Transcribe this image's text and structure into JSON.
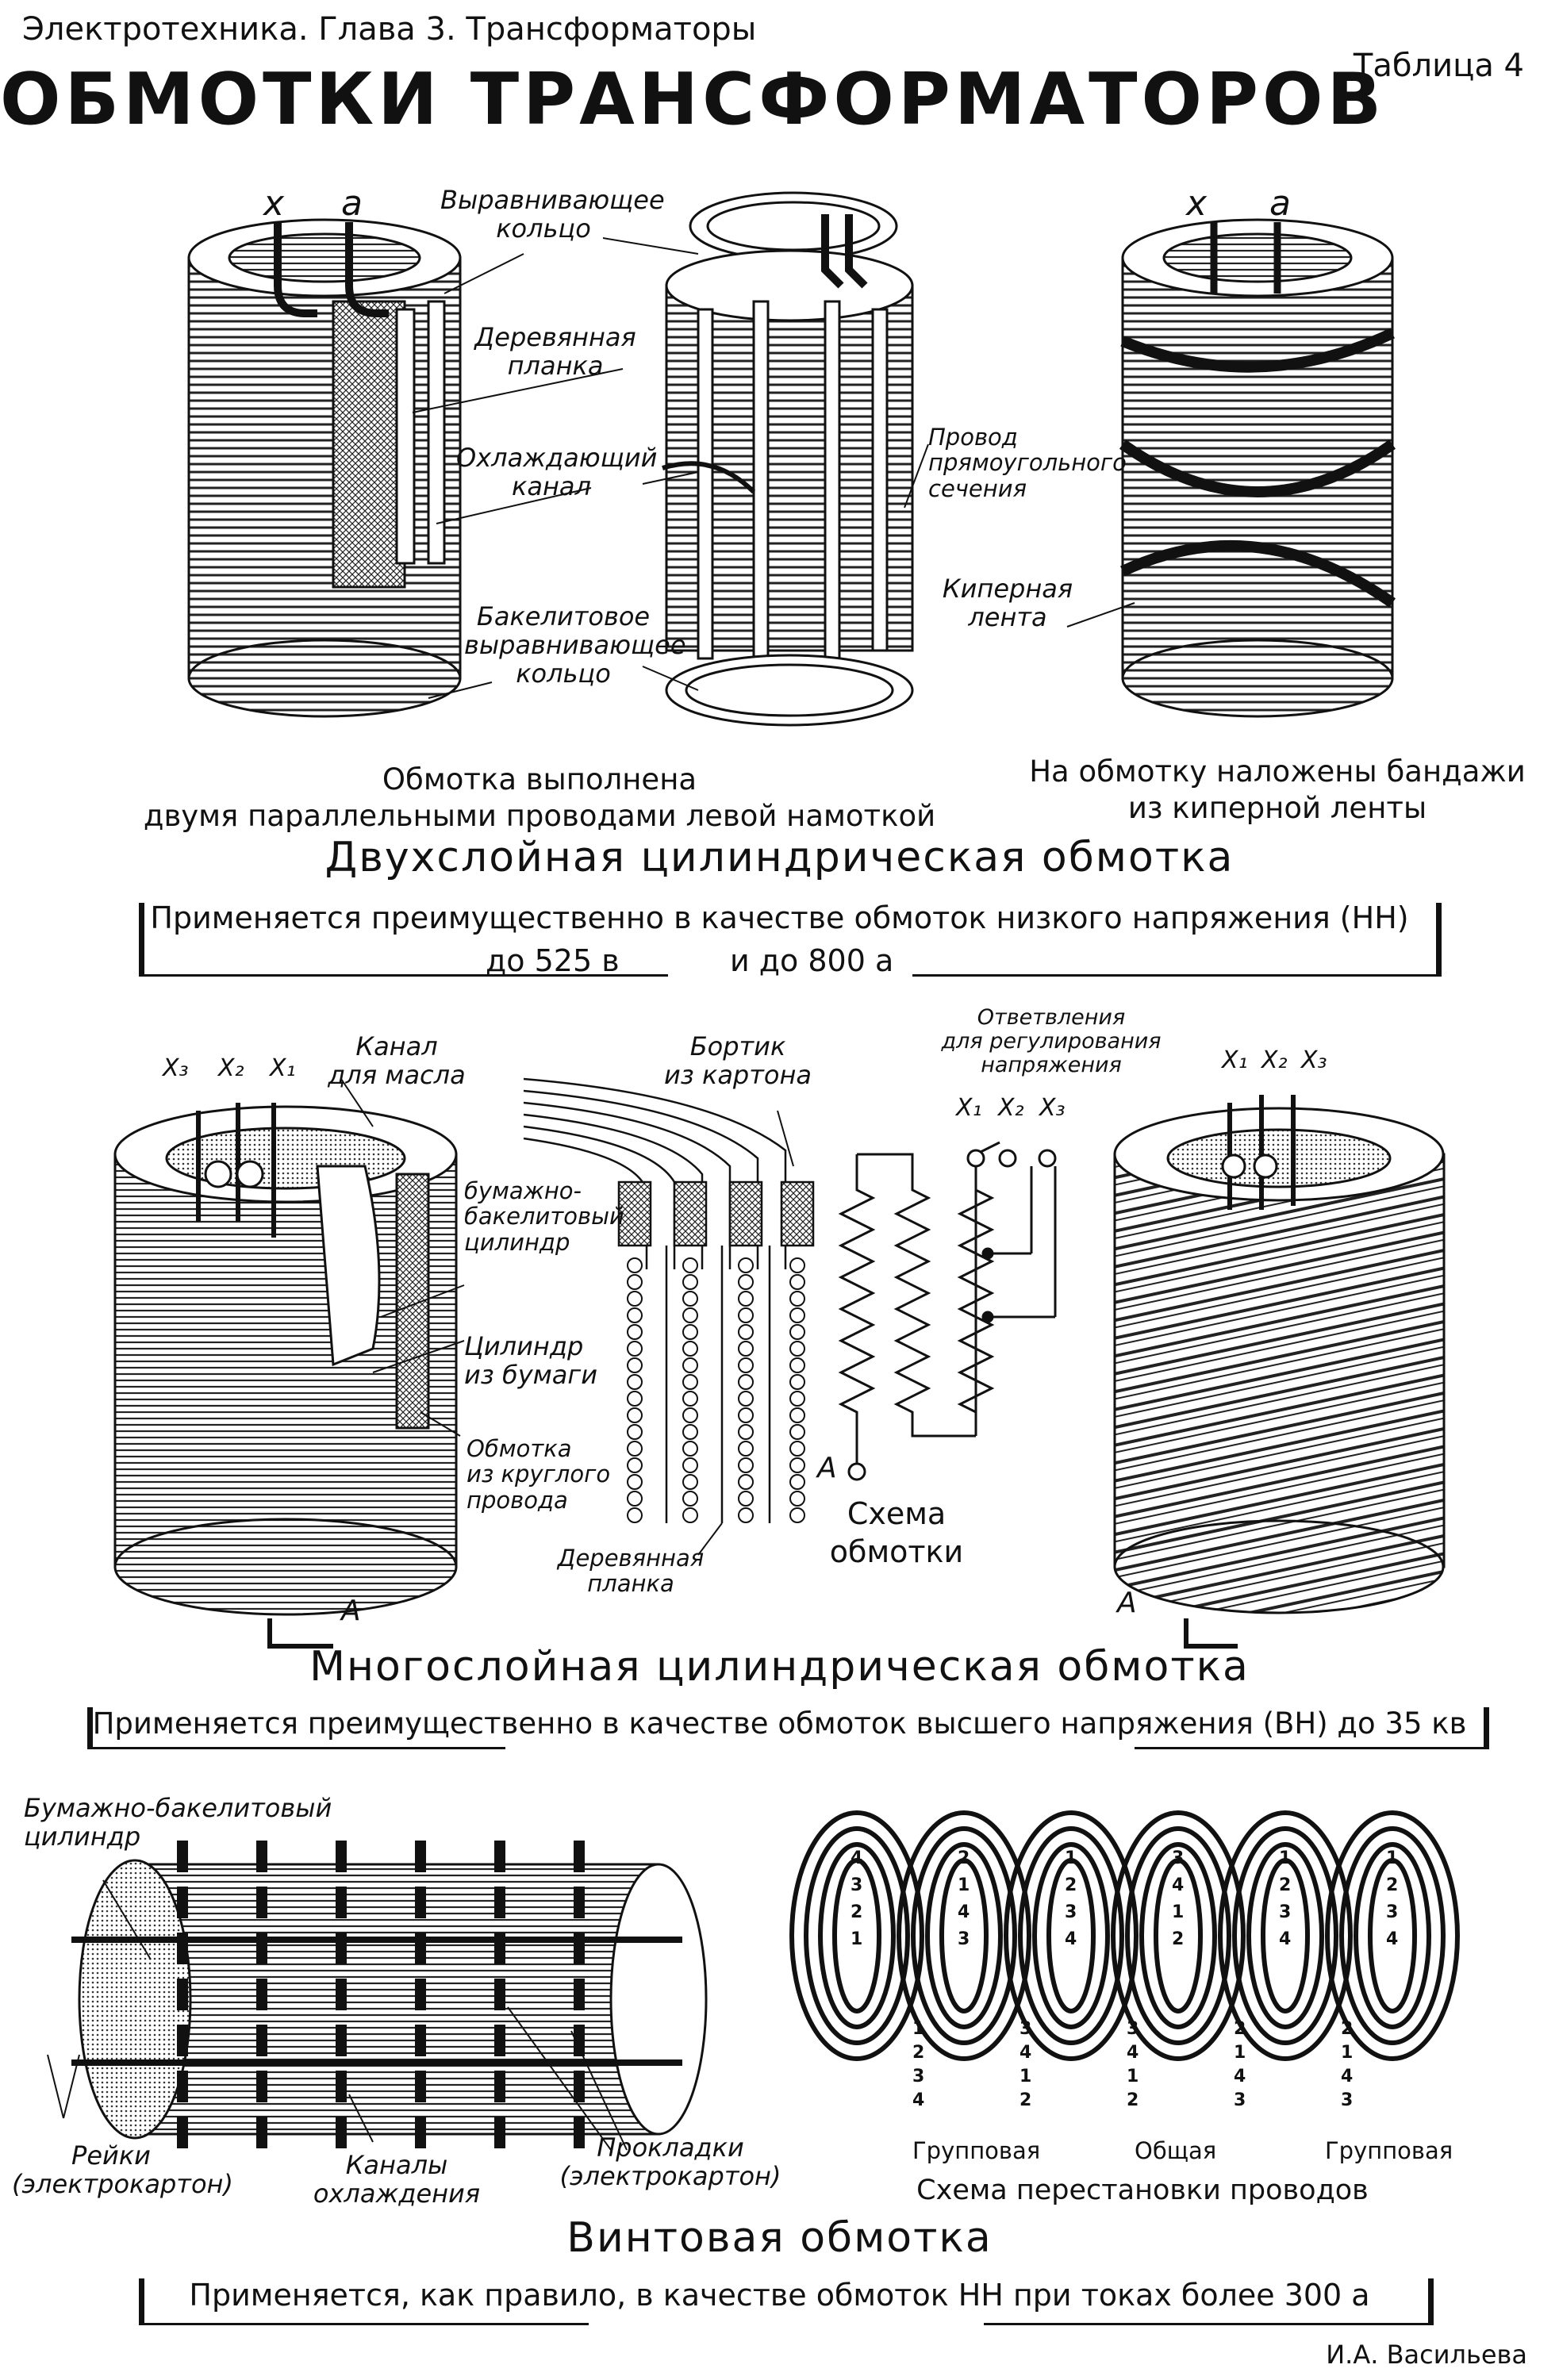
{
  "header": {
    "course": "Электротехника. Глава 3. Трансформаторы",
    "table_no": "Таблица 4",
    "title": "ОБМОТКИ ТРАНСФОРМАТОРОВ"
  },
  "section1": {
    "lead_x": "x",
    "lead_a": "a",
    "lead_x_right": "x",
    "lead_a_right": "a",
    "lbl_ring": "Выравнивающее\nкольцо",
    "lbl_plank": "Деревянная\nпланка",
    "lbl_channel": "Охлаждающий\nканал",
    "lbl_bakelite": "Бакелитовое\nвыравнивающее\nкольцо",
    "lbl_wire": "Провод\nпрямоугольного\nсечения",
    "lbl_tape": "Киперная\nлента",
    "caption_left": "Обмотка выполнена\nдвумя параллельными проводами левой намоткой",
    "caption_right": "На обмотку наложены бандажи\nиз киперной ленты",
    "title": "Двухслойная цилиндрическая обмотка",
    "applies_line1": "Применяется преимущественно в качестве обмоток низкого напряжения (НН)",
    "applies_v": "до 525 в",
    "applies_a": "и до 800 а"
  },
  "section2": {
    "pin_x3": "X₃",
    "pin_x2": "X₂",
    "pin_x1": "X₁",
    "pin_x1_r": "X₁",
    "pin_x2_r": "X₂",
    "pin_x3_r": "X₃",
    "pin_x1_s": "X₁",
    "pin_x2_s": "X₂",
    "pin_x3_s": "X₃",
    "lbl_oil": "Канал\nдля масла",
    "lbl_board": "Бортик\nиз картона",
    "lbl_taps": "Ответвления\nдля регулирования\nнапряжения",
    "lbl_cyl_pb": "бумажно-\nбакелитовый\nцилиндр",
    "lbl_cyl_paper": "Цилиндр\nиз бумаги",
    "lbl_round": "Обмотка\nиз круглого\nпровода",
    "lbl_plank": "Деревянная\nпланка",
    "scheme": "Схема\nобмотки",
    "lead_a1": "A",
    "lead_a2": "A",
    "lead_a3": "A",
    "title": "Многослойная цилиндрическая обмотка",
    "applies": "Применяется преимущественно в качестве обмоток высшего напряжения (ВН) до 35 кв"
  },
  "section3": {
    "lbl_cyl": "Бумажно-бакелитовый\nцилиндр",
    "lbl_rails": "Рейки\n(электрокартон)",
    "lbl_channels": "Каналы\nохлаждения",
    "lbl_spacers": "Прокладки\n(электрокартон)",
    "lbl_group1": "Групповая",
    "lbl_common": "Общая",
    "lbl_group2": "Групповая",
    "scheme": "Схема перестановки проводов",
    "title": "Винтовая обмотка",
    "applies": "Применяется, как правило, в качестве обмоток НН при токах более 300 а",
    "top_numbers": [
      [
        "4",
        "3",
        "2",
        "1"
      ],
      [
        "2",
        "1",
        "4",
        "3"
      ],
      [
        "1",
        "2",
        "3",
        "4"
      ],
      [
        "3",
        "4",
        "1",
        "2"
      ],
      [
        "1",
        "2",
        "3",
        "4"
      ],
      [
        "1",
        "2",
        "3",
        "4"
      ]
    ],
    "bottom_numbers": [
      [
        "1",
        "2",
        "3",
        "4"
      ],
      [
        "3",
        "4",
        "1",
        "2"
      ],
      [
        "3",
        "4",
        "1",
        "2"
      ],
      [
        "2",
        "1",
        "4",
        "3"
      ],
      [
        "2",
        "1",
        "4",
        "3"
      ]
    ]
  },
  "author": "И.А. Васильева"
}
